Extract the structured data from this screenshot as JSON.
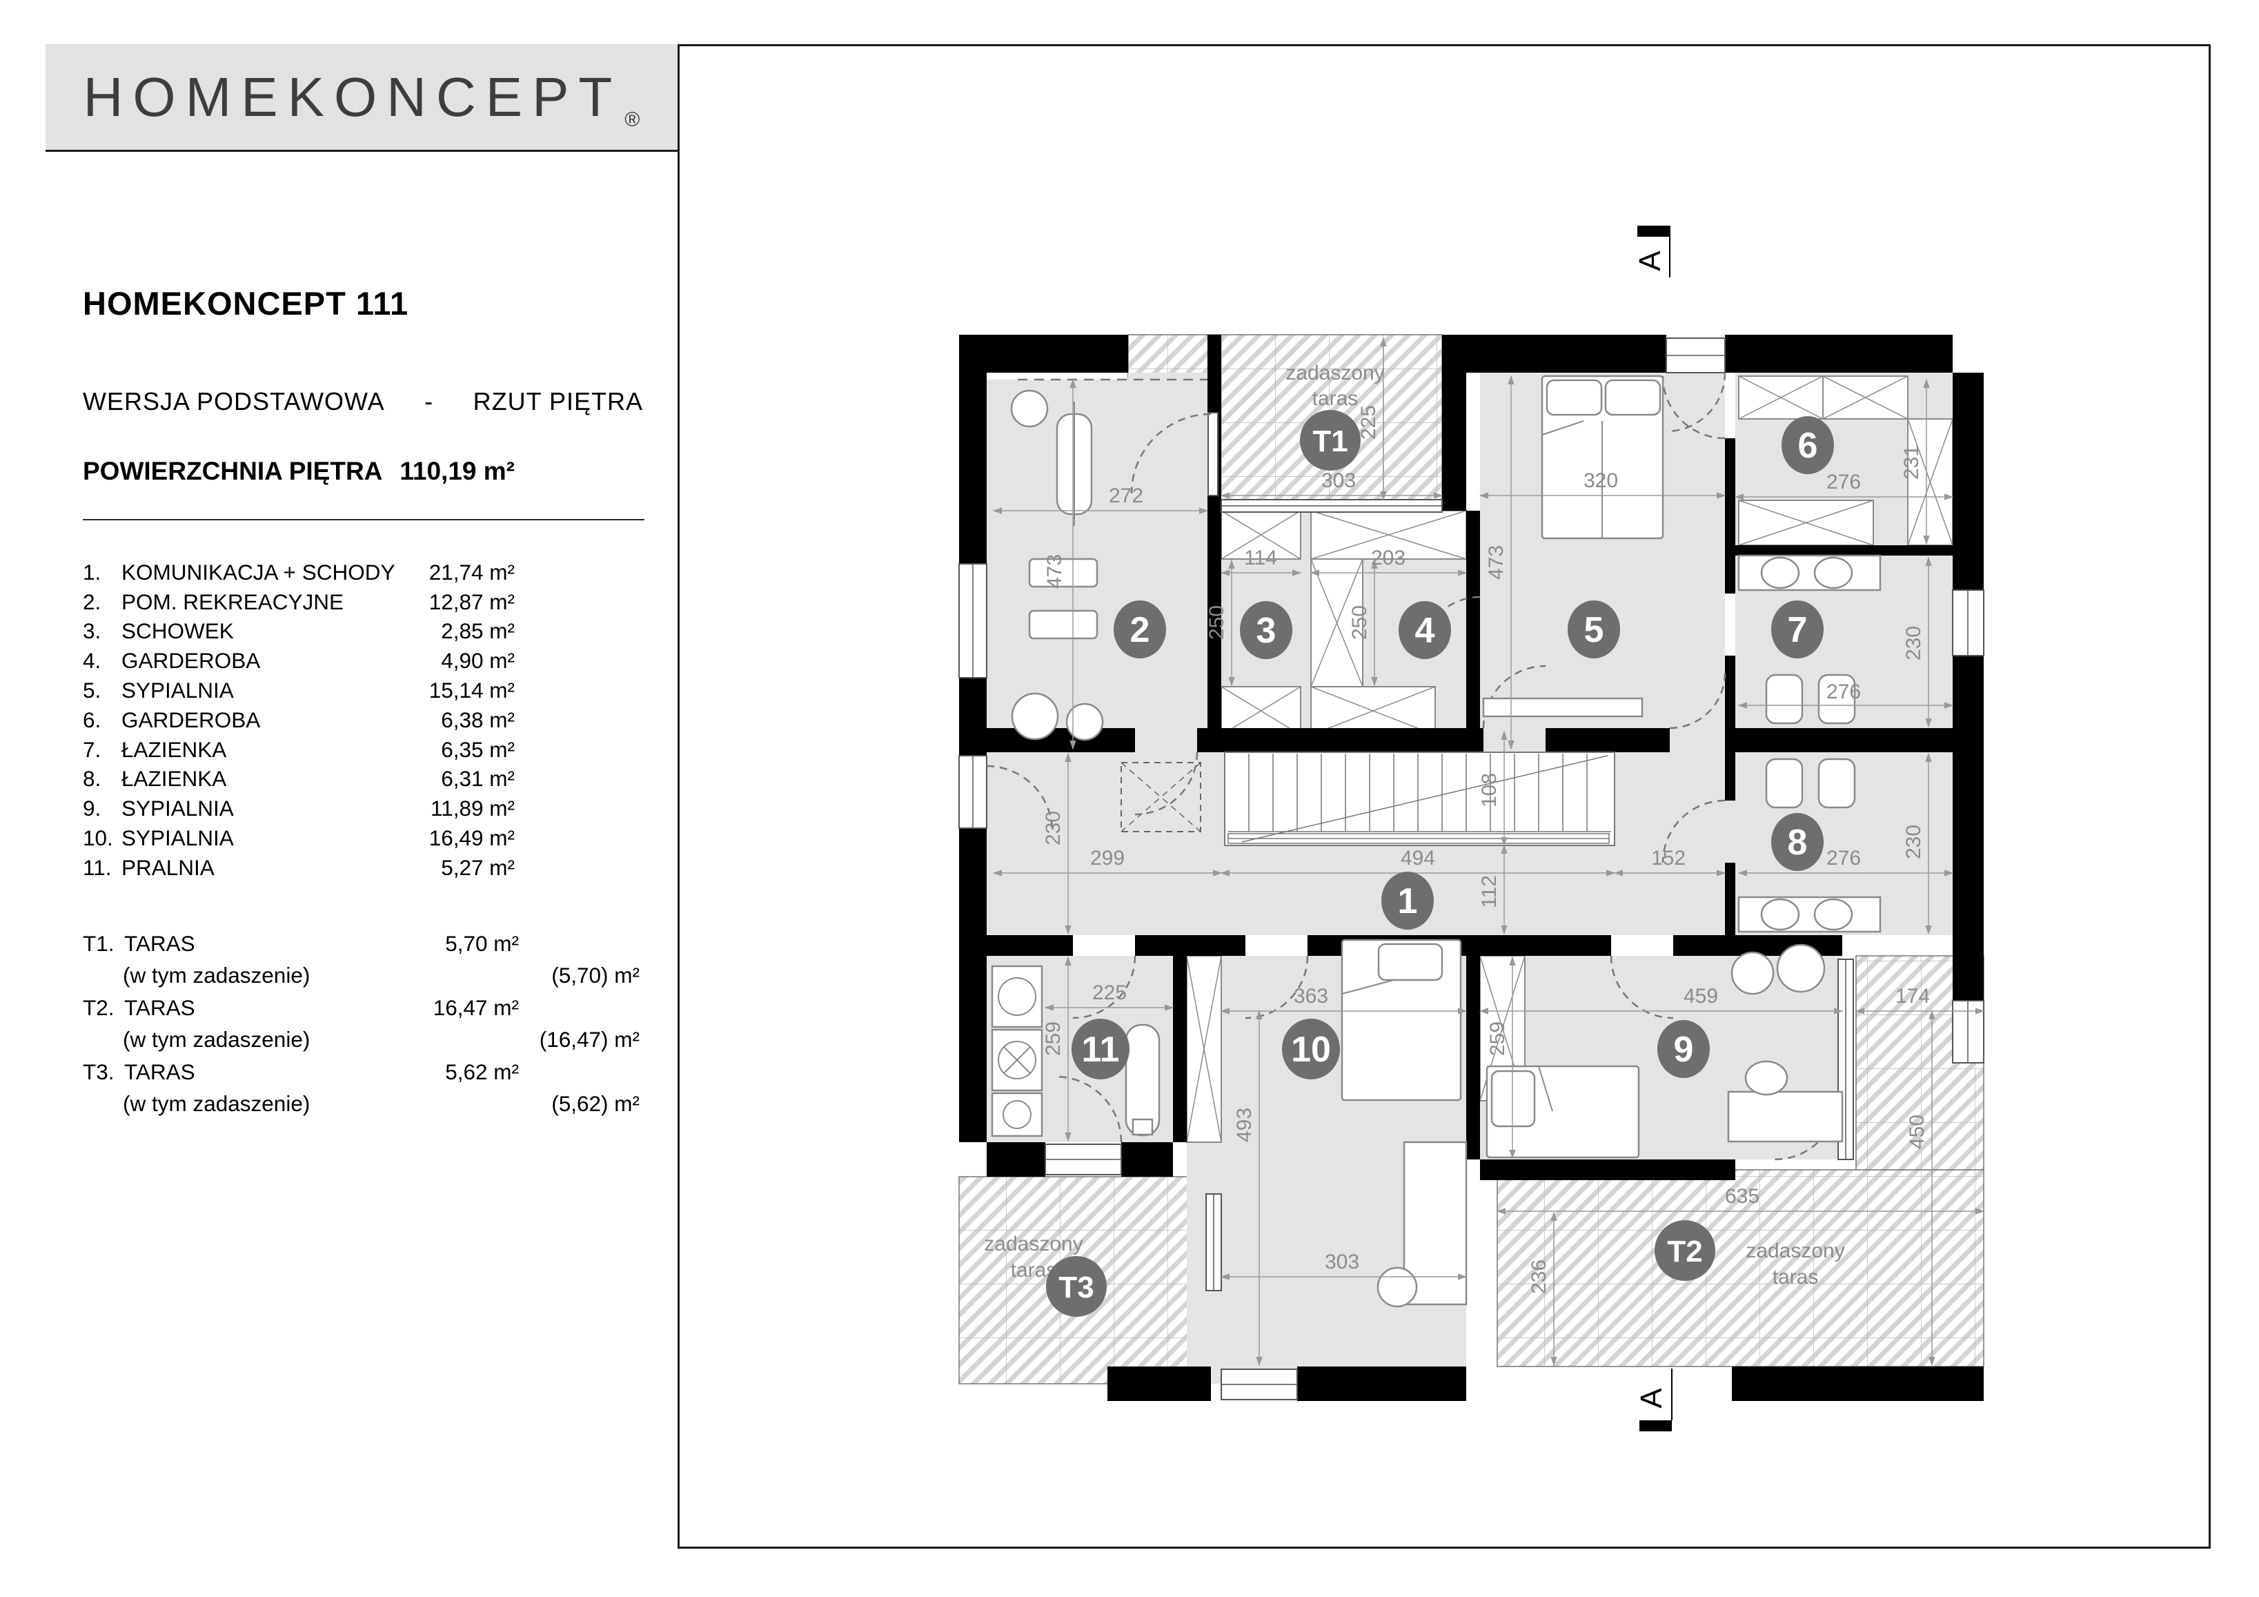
{
  "logo": {
    "text": "HOMEKONCEPT",
    "reg": "®"
  },
  "header": {
    "title": "HOMEKONCEPT 111",
    "version": "WERSJA  PODSTAWOWA",
    "separator": "-",
    "view": "RZUT PIĘTRA",
    "area_label": "POWIERZCHNIA PIĘTRA",
    "area_value": "110,19 m²"
  },
  "rooms": [
    {
      "no": "1.",
      "name": "KOMUNIKACJA + SCHODY",
      "area": "21,74 m²"
    },
    {
      "no": "2.",
      "name": "POM. REKREACYJNE",
      "area": "12,87 m²"
    },
    {
      "no": "3.",
      "name": "SCHOWEK",
      "area": "2,85 m²"
    },
    {
      "no": "4.",
      "name": "GARDEROBA",
      "area": "4,90 m²"
    },
    {
      "no": "5.",
      "name": "SYPIALNIA",
      "area": "15,14 m²"
    },
    {
      "no": "6.",
      "name": "GARDEROBA",
      "area": "6,38 m²"
    },
    {
      "no": "7.",
      "name": "ŁAZIENKA",
      "area": "6,35 m²"
    },
    {
      "no": "8.",
      "name": "ŁAZIENKA",
      "area": "6,31 m²"
    },
    {
      "no": "9.",
      "name": "SYPIALNIA",
      "area": "11,89 m²"
    },
    {
      "no": "10.",
      "name": "SYPIALNIA",
      "area": "16,49 m²"
    },
    {
      "no": "11.",
      "name": "PRALNIA",
      "area": "5,27 m²"
    }
  ],
  "terraces": [
    {
      "no": "T1.",
      "name": "TARAS",
      "area": "5,70 m²",
      "note_label": "(w tym zadaszenie)",
      "note_value": "(5,70) m²"
    },
    {
      "no": "T2.",
      "name": "TARAS",
      "area": "16,47 m²",
      "note_label": "(w tym zadaszenie)",
      "note_value": "(16,47) m²"
    },
    {
      "no": "T3.",
      "name": "TARAS",
      "area": "5,62 m²",
      "note_label": "(w tym zadaszenie)",
      "note_value": "(5,62) m²"
    }
  ],
  "plan": {
    "section_label": "A",
    "terrace_caption": {
      "line1": "zadaszony",
      "line2": "taras"
    },
    "rooms": {
      "n1": "1",
      "n2": "2",
      "n3": "3",
      "n4": "4",
      "n5": "5",
      "n6": "6",
      "n7": "7",
      "n8": "8",
      "n9": "9",
      "n10": "10",
      "n11": "11",
      "t1": "T1",
      "t2": "T2",
      "t3": "T3"
    },
    "dims": {
      "d272": "272",
      "d303_t1": "303",
      "d225_t1": "225",
      "d320": "320",
      "d276_6": "276",
      "d231": "231",
      "d473_2": "473",
      "d473_5": "473",
      "d114": "114",
      "d203": "203",
      "d250_3": "250",
      "d250_4": "250",
      "d276_7": "276",
      "d230_7": "230",
      "d276_8": "276",
      "d230_8": "230",
      "d299": "299",
      "d494": "494",
      "d152": "152",
      "d112": "112",
      "d108": "108",
      "d230_1": "230",
      "d225_11": "225",
      "d259_11": "259",
      "d363": "363",
      "d493": "493",
      "d303_10": "303",
      "d259_9": "259",
      "d459": "459",
      "d174": "174",
      "d450": "450",
      "d635": "635",
      "d236": "236"
    }
  },
  "colors": {
    "wall": "#000000",
    "floor": "#e4e4e4",
    "badge": "#6e6e6e",
    "dim_text": "#8c8c8c",
    "logo_bg": "#e2e2e2",
    "hatch": "#d4d4d4"
  }
}
